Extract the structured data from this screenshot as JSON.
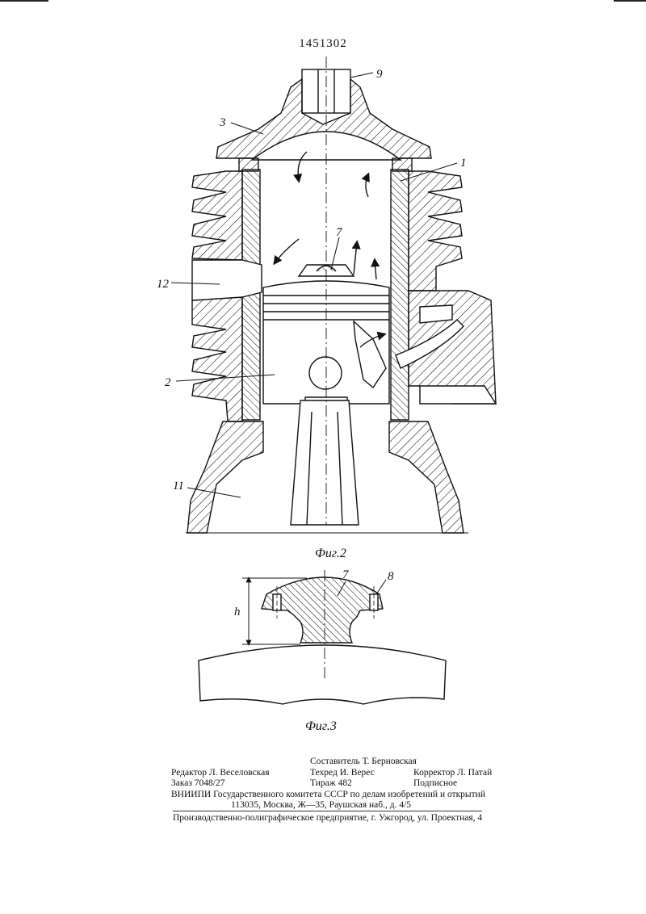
{
  "document": {
    "patent_number": "1451302",
    "figure_2": {
      "caption": "Фиг.2",
      "callouts": {
        "c9": "9",
        "c3": "3",
        "c1": "1",
        "c7": "7",
        "c12": "12",
        "c2": "2",
        "c11": "11"
      }
    },
    "figure_3": {
      "caption": "Фиг.3",
      "callouts": {
        "c7": "7",
        "c8": "8",
        "h": "h"
      }
    },
    "imprint": {
      "compiler": "Составитель Т. Берновская",
      "editor": "Редактор Л. Веселовская",
      "techred": "Техред И. Верес",
      "corrector": "Корректор Л. Патай",
      "order": "Заказ 7048/27",
      "circulation": "Тираж 482",
      "subscription": "Подписное",
      "institute": "ВНИИПИ Государственного комитета СССР по делам изобретений и открытий",
      "address": "113035, Москва, Ж—35, Раушская наб., д. 4/5",
      "printer": "Производственно-полиграфическое предприятие, г. Ужгород, ул. Проектная, 4"
    }
  }
}
